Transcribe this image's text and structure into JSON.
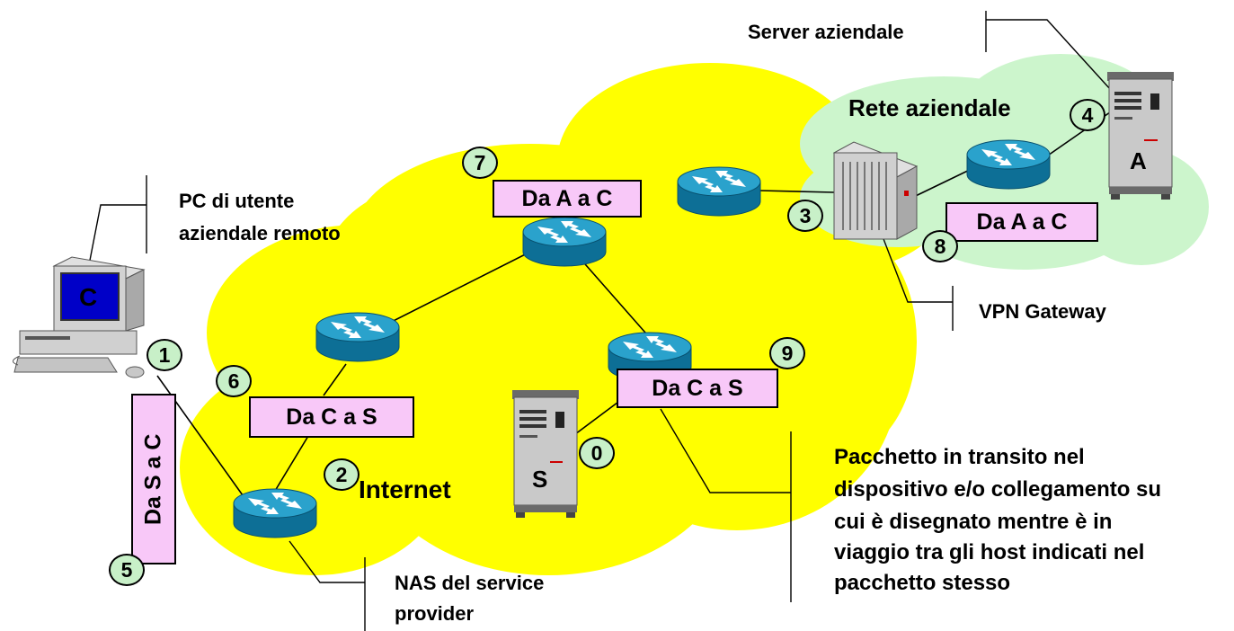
{
  "labels": {
    "server": "Server aziendale",
    "corporate_net": "Rete aziendale",
    "pc_line1": "PC di utente",
    "pc_line2": "aziendale remoto",
    "vpn": "VPN Gateway",
    "internet": "Internet",
    "nas_line1": "NAS del service",
    "nas_line2": "provider",
    "note_line1": "Pacchetto in transito nel",
    "note_line2": "dispositivo e/o collegamento su",
    "note_line3": "cui è disegnato mentre è in",
    "note_line4": "viaggio tra gli host indicati nel",
    "note_line5": "pacchetto stesso"
  },
  "packets": {
    "p7": "Da A a C",
    "p8": "Da A a C",
    "p6": "Da C a S",
    "p9": "Da C a S",
    "p5": "Da S a C"
  },
  "badges": {
    "b0": "0",
    "b1": "1",
    "b2": "2",
    "b3": "3",
    "b4": "4",
    "b5": "5",
    "b6": "6",
    "b7": "7",
    "b8": "8",
    "b9": "9"
  },
  "hosts": {
    "pc": "C",
    "corp_server": "A",
    "internet_server": "S"
  },
  "colors": {
    "internet_cloud": "#ffff00",
    "corporate_cloud": "#ccf5cc",
    "packet_fill": "#f8c8f8",
    "badge_fill": "#c8f0c8",
    "router_fill": "#1a8cb4"
  }
}
